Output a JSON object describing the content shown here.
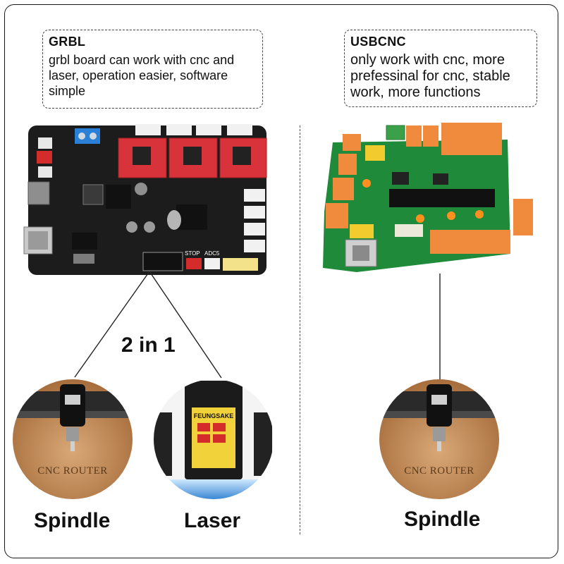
{
  "grbl": {
    "title": "GRBL",
    "description": "grbl board can work with cnc and laser, operation easier, software simple"
  },
  "usbcnc": {
    "title": "USBCNC",
    "description": "only work with cnc, more prefessinal for cnc, stable work, more functions"
  },
  "labels": {
    "two_in_one": "2 in 1",
    "spindle_left": "Spindle",
    "laser": "Laser",
    "spindle_right": "Spindle"
  },
  "board_text": {
    "stop": "STOP",
    "adc": "ADC5",
    "laser_brand": "FEUNGSAKE",
    "cnc_router_left": "CNC ROUTER",
    "cnc_router_right": "CNC ROUTER"
  },
  "colors": {
    "grbl_board": "#1c1c1c",
    "usbcnc_board": "#1f8a3a",
    "stepper_driver": "#d8333a",
    "terminal_orange": "#f08a3c",
    "spindle_bg": "#c9925f",
    "laser_body": "#1b1b1b",
    "laser_label": "#f2d23a"
  }
}
